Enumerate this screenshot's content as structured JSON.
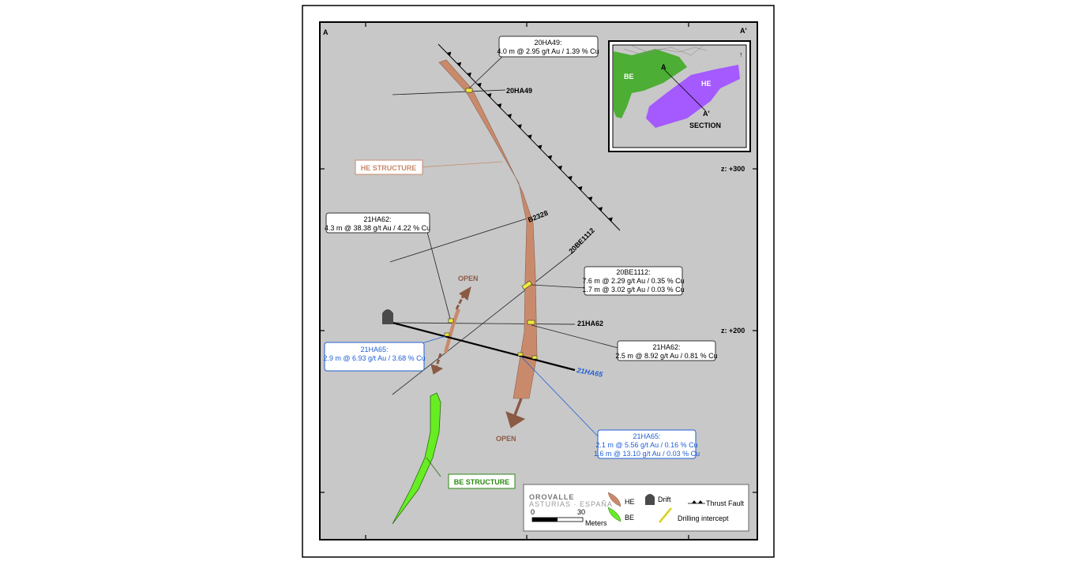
{
  "section": {
    "corner_left": "A",
    "corner_right": "A'",
    "elevation_labels": [
      "z: +300",
      "z: +200"
    ]
  },
  "structures": {
    "he_label": "HE STRUCTURE",
    "be_label": "BE STRUCTURE",
    "open_labels": [
      "OPEN",
      "OPEN"
    ],
    "colors": {
      "he": "#c98a6b",
      "be": "#66ee22",
      "background": "#c8c8c8",
      "intercept": "#f2ea3a",
      "arrow": "#8b5a45"
    }
  },
  "drillholes": {
    "20HA49": "20HA49",
    "B2328": "B2328",
    "20BE1112": "20BE1112",
    "21HA62": "21HA62",
    "21HA65": "21HA65"
  },
  "callouts": [
    {
      "title": "20HA49:",
      "lines": [
        "4.0 m @ 2.95 g/t Au / 1.39 % Cu"
      ],
      "color": "black"
    },
    {
      "title": "21HA62:",
      "lines": [
        "4.3 m @ 38.38 g/t Au / 4.22 % Cu"
      ],
      "color": "black"
    },
    {
      "title": "20BE1112:",
      "lines": [
        "7.6 m @ 2.29 g/t Au / 0.35 % Cu",
        "1.7 m @ 3.02 g/t Au / 0.03 % Cu"
      ],
      "color": "black"
    },
    {
      "title": "21HA62:",
      "lines": [
        "2.5 m @ 8.92 g/t Au / 0.81 % Cu"
      ],
      "color": "black"
    },
    {
      "title": "21HA65:",
      "lines": [
        "2.9 m @ 6.93 g/t Au / 3.68 % Cu"
      ],
      "color": "blue"
    },
    {
      "title": "21HA65:",
      "lines": [
        "2.1 m @ 5.56 g/t Au / 0.16 % Cu",
        "1.6 m @ 13.10 g/t Au / 0.03 % Cu"
      ],
      "color": "blue"
    }
  ],
  "inset": {
    "be": "BE",
    "he": "HE",
    "a": "A",
    "a_prime": "A'",
    "section": "SECTION"
  },
  "legend": {
    "logo": "OROVALLE",
    "logo_sub": "ASTURIAS · ESPAÑA",
    "scale_start": "0",
    "scale_end": "30",
    "scale_unit": "Meters",
    "he": "HE",
    "be": "BE",
    "drift": "Drift",
    "thrust_fault": "Thrust Fault",
    "drilling_intercept": "Drilling intercept"
  }
}
